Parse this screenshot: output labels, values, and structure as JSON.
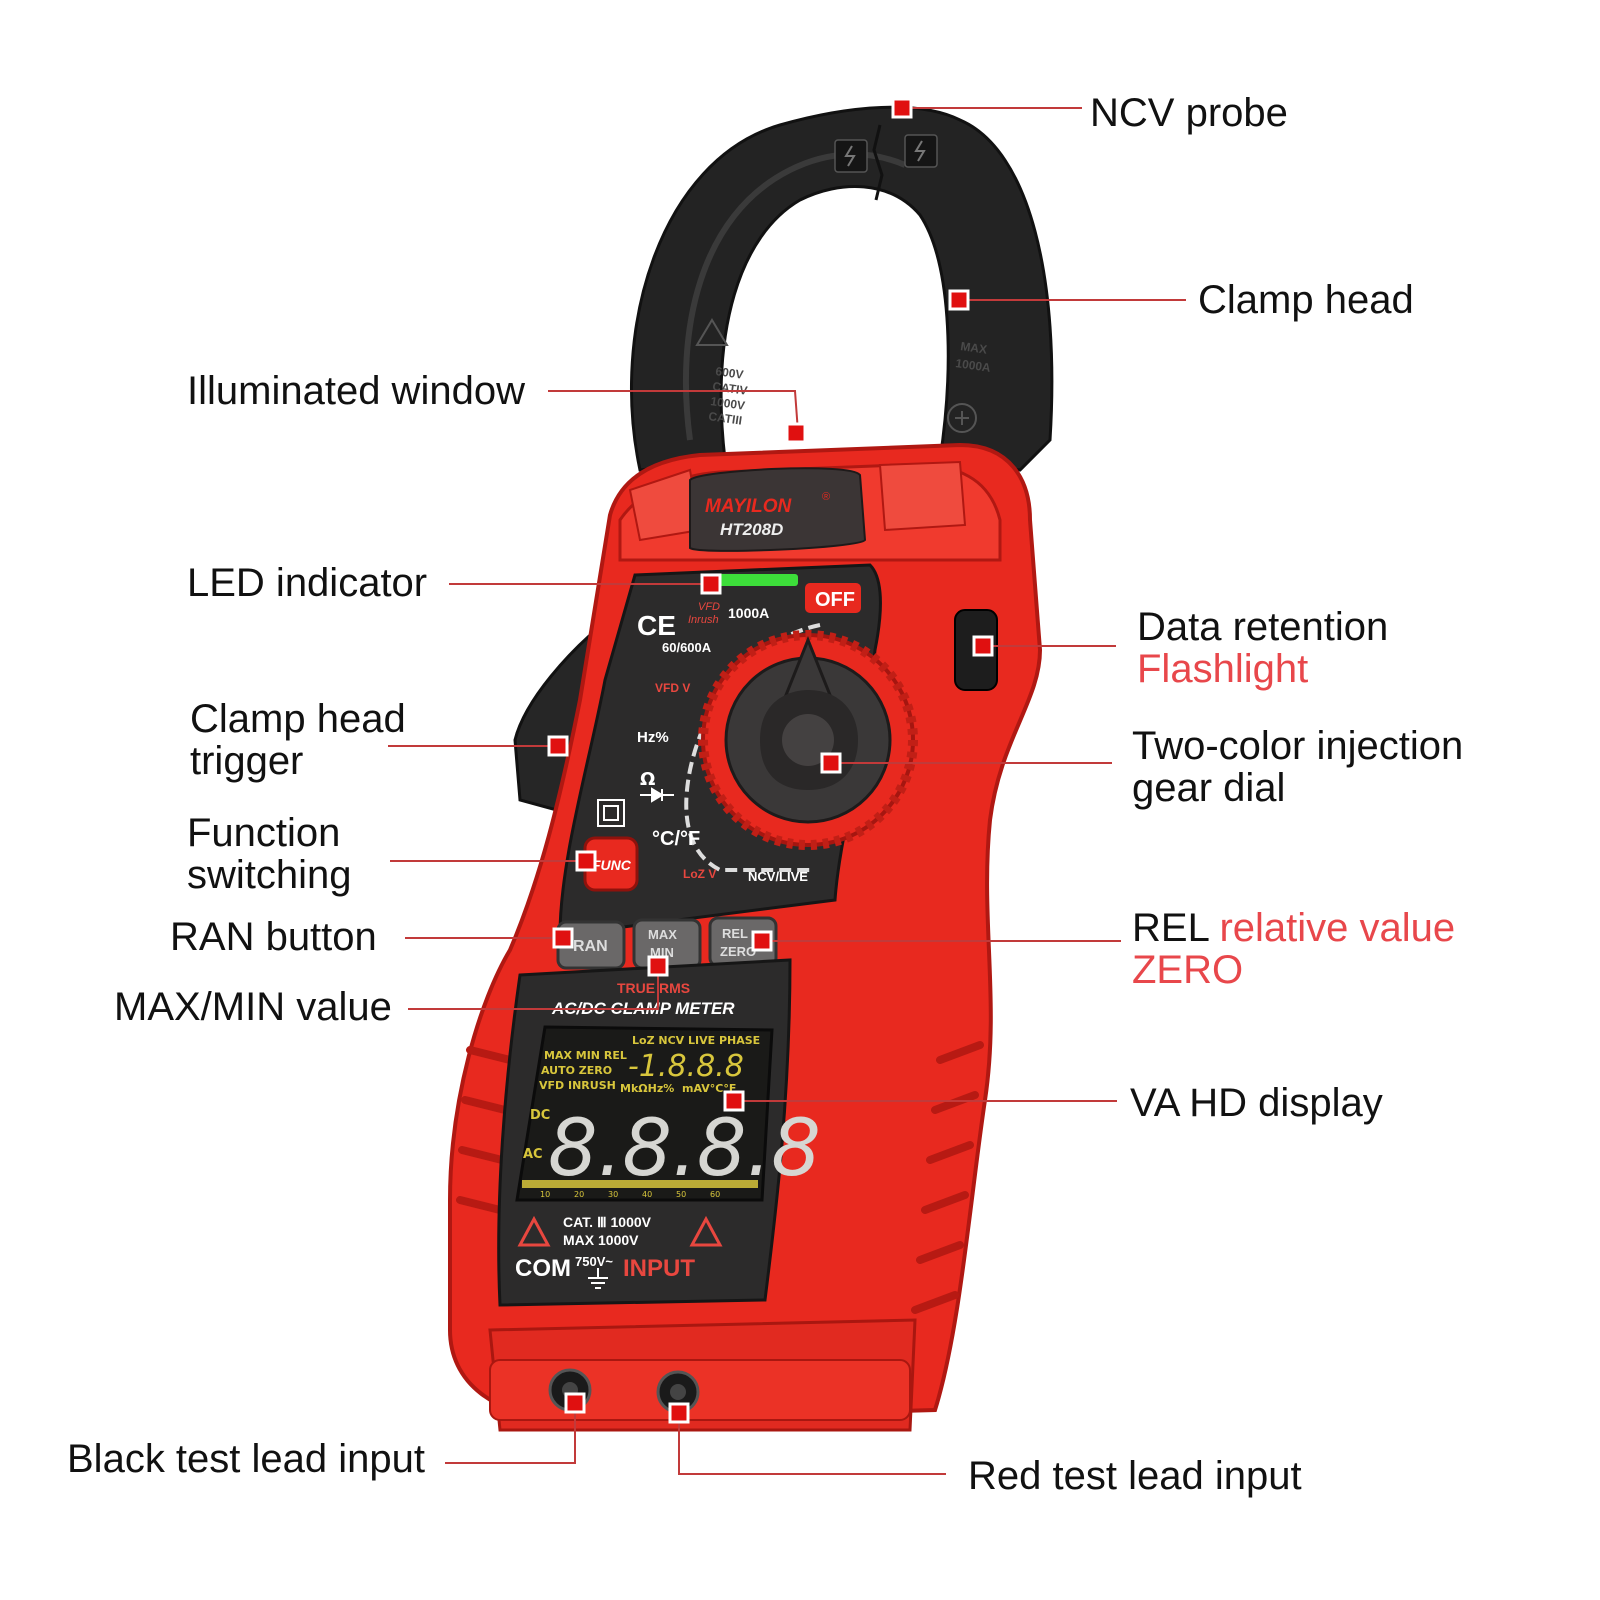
{
  "colors": {
    "accent_text": "#e8474b",
    "marker": "#e01010",
    "leader": "#c23a3a",
    "body_red": "#e8291f",
    "clamp_black": "#232323",
    "panel_dark": "#2c2b2b",
    "lcd_yellow": "#d8c63c",
    "led_green": "#3dde3a"
  },
  "device": {
    "brand": "MAYILON",
    "brand_mark": "®",
    "model": "HT208D",
    "ce_mark": "CE",
    "clamp_left_rating_1": "600V",
    "clamp_left_rating_2": "CATIV",
    "clamp_left_rating_3": "1000V",
    "clamp_left_rating_4": "CATIII",
    "clamp_right_max": "MAX",
    "clamp_right_rating": "1000A",
    "dial_vfd": "VFD",
    "dial_inrush": "Inrush",
    "dial_1000a": "1000A",
    "dial_60_600a": "60/600A",
    "dial_vfd_v": "VFD V",
    "dial_hz": "Hz%",
    "dial_ohm": "Ω",
    "dial_temp": "°C/°F",
    "dial_loz": "LoZ V",
    "dial_ncv": "NCV/LIVE",
    "off_label": "OFF",
    "func_label": "FUNC",
    "ran_label": "RAN",
    "maxmin_label_1": "MAX",
    "maxmin_label_2": "MIN",
    "rel_label_1": "REL",
    "rel_label_2": "ZERO",
    "true_rms": "TRUE RMS",
    "meter_name": "AC/DC CLAMP METER",
    "lcd_top_row": "LoZ NCV LIVE PHASE",
    "lcd_max_min_rel": "MAX MIN REL",
    "lcd_auto_zero": "AUTO ZERO",
    "lcd_vfd_inrush": "VFD INRUSH",
    "lcd_small_digits": "-1.8.8.8",
    "lcd_units": "MkΩHz%",
    "lcd_units_2": "mAV°C°F",
    "lcd_main_digits": "8.8.8.8",
    "lcd_dc": "DC",
    "lcd_ac": "AC",
    "lcd_scale": [
      "10",
      "20",
      "30",
      "40",
      "50",
      "60"
    ],
    "cat_rating": "CAT. Ⅲ 1000V",
    "max_rating": "MAX 1000V",
    "com_label": "COM",
    "com_rating": "750V~",
    "input_label": "INPUT"
  },
  "callouts": {
    "ncv_probe": "NCV probe",
    "clamp_head": "Clamp head",
    "illuminated_window": "Illuminated window",
    "led_indicator": "LED indicator",
    "data_retention": "Data retention",
    "flashlight": "Flashlight",
    "clamp_trigger_1": "Clamp head",
    "clamp_trigger_2": "trigger",
    "gear_dial_1": "Two-color injection",
    "gear_dial_2": "gear dial",
    "function_1": "Function",
    "function_2": "switching",
    "ran_button": "RAN button",
    "rel_1": "REL",
    "rel_accent": "relative value",
    "rel_2": "ZERO",
    "maxmin": "MAX/MIN value",
    "display": "VA HD display",
    "black_lead": "Black test lead input",
    "red_lead": "Red test lead input"
  }
}
